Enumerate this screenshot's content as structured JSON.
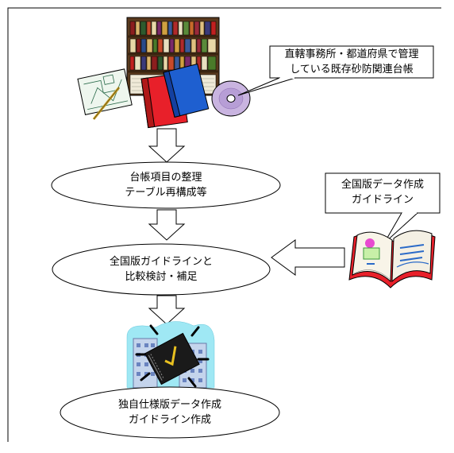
{
  "callouts": {
    "top": {
      "lines": [
        "直轄事務所・都道府県で管理",
        "している既存砂防関連台帳"
      ]
    },
    "right": {
      "lines": [
        "全国版データ作成",
        "ガイドライン"
      ]
    }
  },
  "steps": [
    {
      "lines": [
        "台帳項目の整理",
        "テーブル再構成等"
      ]
    },
    {
      "lines": [
        "全国版ガイドラインと",
        "比較検討・補足"
      ]
    },
    {
      "lines": [
        "独自仕様版データ作成",
        "ガイドライン作成"
      ]
    }
  ],
  "icons": {
    "source": "bookshelf-binders-disc-icon",
    "reference": "open-book-icon",
    "result": "building-manual-icon"
  },
  "colors": {
    "binder_red": "#e8202a",
    "binder_blue": "#1e5fd0",
    "sky": "#9fe8f4",
    "book_cover": "#e8202a"
  }
}
